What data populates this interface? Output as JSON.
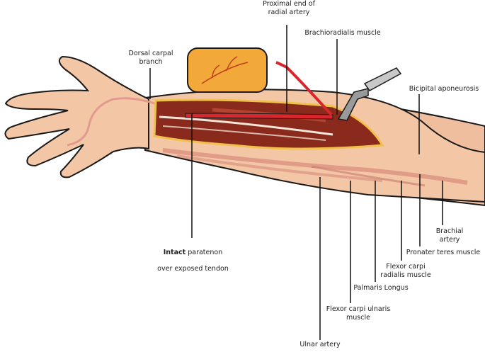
{
  "labels": {
    "proximal_radial_artery": "Proximal end of\nradial artery",
    "brachioradialis": "Brachioradialis muscle",
    "dorsal_carpal": "Dorsal carpal\nbranch",
    "bicipital_aponeurosis": "Bicipital aponeurosis",
    "intact_bold": "Intact",
    "intact_rest": " paratenon",
    "intact_line2": "over exposed tendon",
    "brachial_artery": "Brachial\nartery",
    "pronator_teres": "Pronater teres muscle",
    "flexor_carpi_radialis": "Flexor carpi\nradialis muscle",
    "palmaris_longus": "Palmaris Longus",
    "flexor_carpi_ulnaris": "Flexor carpi ulnaris\nmuscle",
    "ulnar_artery": "Ulnar artery"
  }
}
